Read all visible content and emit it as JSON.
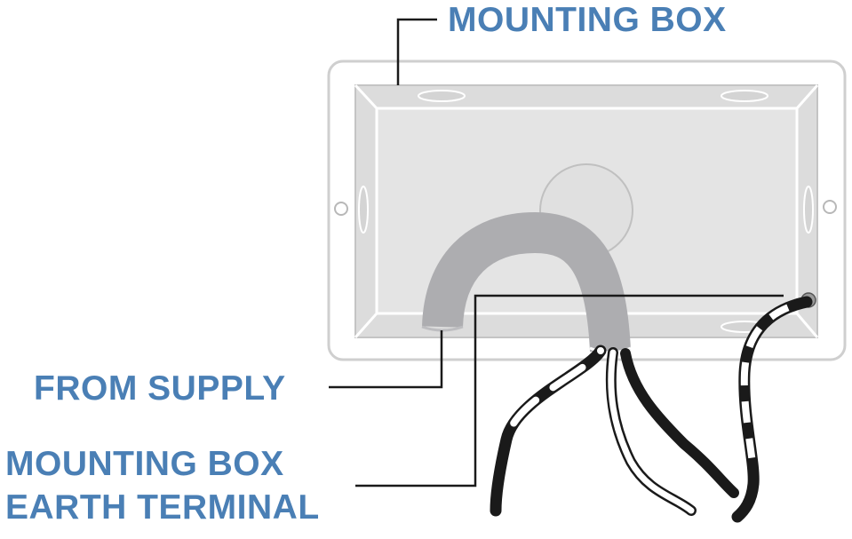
{
  "labels": {
    "mounting_box": "MOUNTING BOX",
    "from_supply": "FROM SUPPLY",
    "earth_terminal_line1": "MOUNTING BOX",
    "earth_terminal_line2": "EARTH TERMINAL"
  },
  "colors": {
    "label_text": "#4a7fb5",
    "leader_line": "#1a1a1a",
    "box_outline": "#cfcfcf",
    "box_inner": "#dcdcdc",
    "conduit": "#adadb0",
    "wire_black": "#1a1a1a",
    "wire_white": "#ffffff"
  }
}
